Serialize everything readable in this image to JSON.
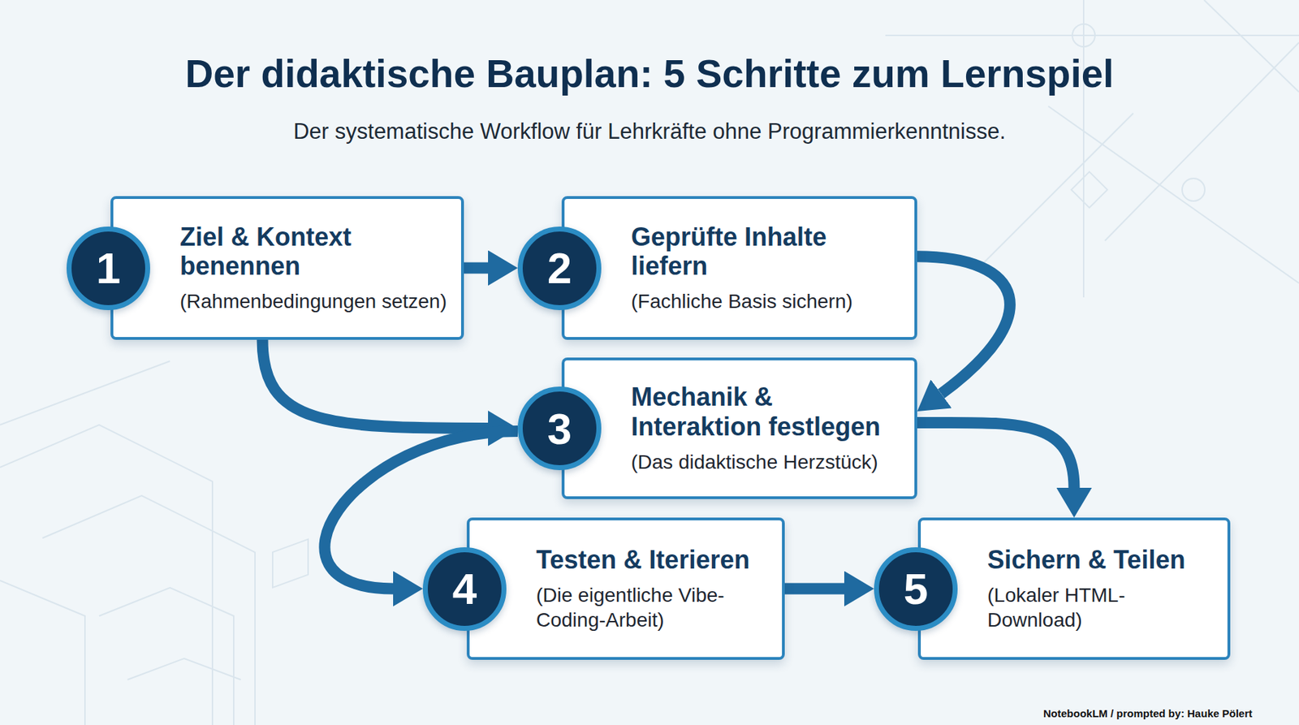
{
  "diagram": {
    "title": "Der didaktische Bauplan: 5 Schritte zum Lernspiel",
    "nodes": [
      {
        "text": [
          "1",
          "Ziel & Kontext benennen",
          "(Rahmenbedingungen setzen)"
        ]
      },
      {
        "text": [
          "2",
          "Geprüfte Inhalte liefern",
          "(Fachliche Basis sichern)"
        ]
      },
      {
        "text": [
          "3",
          "Mechanik & Interaktion festlegen",
          "(Das didaktische Herzstück)"
        ]
      },
      {
        "text": [
          "4",
          "Testen & Iterieren",
          "(Die eigentliche Vibe-Coding-Arbeit)"
        ]
      },
      {
        "text": [
          "5",
          "Sichern & Teilen",
          "(Lokaler HTML-Download)"
        ]
      }
    ],
    "edges": [
      {
        "from": 0,
        "to": 1,
        "arrow": "to"
      },
      {
        "from": 0,
        "to": 2,
        "arrow": "to"
      },
      {
        "from": 1,
        "to": 2,
        "arrow": "to"
      },
      {
        "from": 2,
        "to": 3,
        "arrow": "to"
      },
      {
        "from": 2,
        "to": 4,
        "arrow": "to"
      },
      {
        "from": 3,
        "to": 4,
        "arrow": "to"
      }
    ],
    "labels": [
      "Der systematische Workflow für Lehrkräfte ohne Programmierkenntnisse.",
      "NotebookLM / prompted by: Hauke Pölert"
    ]
  }
}
